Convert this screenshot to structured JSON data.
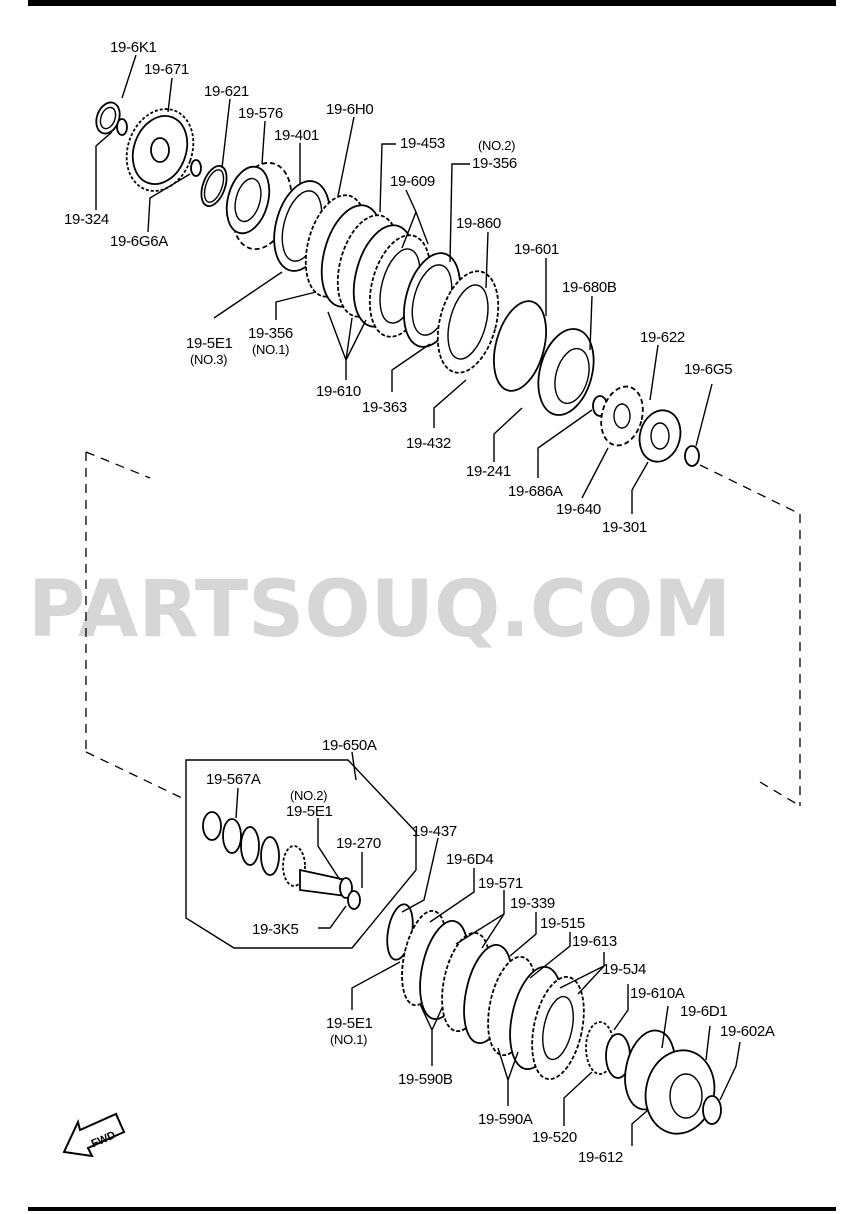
{
  "watermark": "PARTSOUQ.COM",
  "fwd_label": "FWD",
  "upper_labels": {
    "p_19_6K1": "19-6K1",
    "p_19_671": "19-671",
    "p_19_621": "19-621",
    "p_19_576": "19-576",
    "p_19_6H0": "19-6H0",
    "p_19_401": "19-401",
    "p_19_453": "19-453",
    "p_no2_356": "(NO.2)",
    "p_19_356_top": "19-356",
    "p_19_609": "19-609",
    "p_19_324": "19-324",
    "p_19_6G6A": "19-6G6A",
    "p_19_860": "19-860",
    "p_19_601": "19-601",
    "p_19_680B": "19-680B",
    "p_19_622": "19-622",
    "p_19_6G5": "19-6G5",
    "p_19_5E1_no3": "19-5E1",
    "p_no3": "(NO.3)",
    "p_19_356_no1": "19-356",
    "p_no1_356": "(NO.1)",
    "p_19_610": "19-610",
    "p_19_363": "19-363",
    "p_19_432": "19-432",
    "p_19_241": "19-241",
    "p_19_686A": "19-686A",
    "p_19_640": "19-640",
    "p_19_301": "19-301"
  },
  "lower_labels": {
    "p_19_650A": "19-650A",
    "p_19_567A": "19-567A",
    "p_no2_5E1": "(NO.2)",
    "p_19_5E1_no2": "19-5E1",
    "p_19_270": "19-270",
    "p_19_3K5": "19-3K5",
    "p_19_437": "19-437",
    "p_19_6D4": "19-6D4",
    "p_19_571": "19-571",
    "p_19_339": "19-339",
    "p_19_515": "19-515",
    "p_19_613": "19-613",
    "p_19_5J4": "19-5J4",
    "p_19_610A": "19-610A",
    "p_19_6D1": "19-6D1",
    "p_19_602A": "19-602A",
    "p_19_5E1_no1": "19-5E1",
    "p_no1_5E1": "(NO.1)",
    "p_19_590B": "19-590B",
    "p_19_590A": "19-590A",
    "p_19_520": "19-520",
    "p_19_612": "19-612"
  }
}
